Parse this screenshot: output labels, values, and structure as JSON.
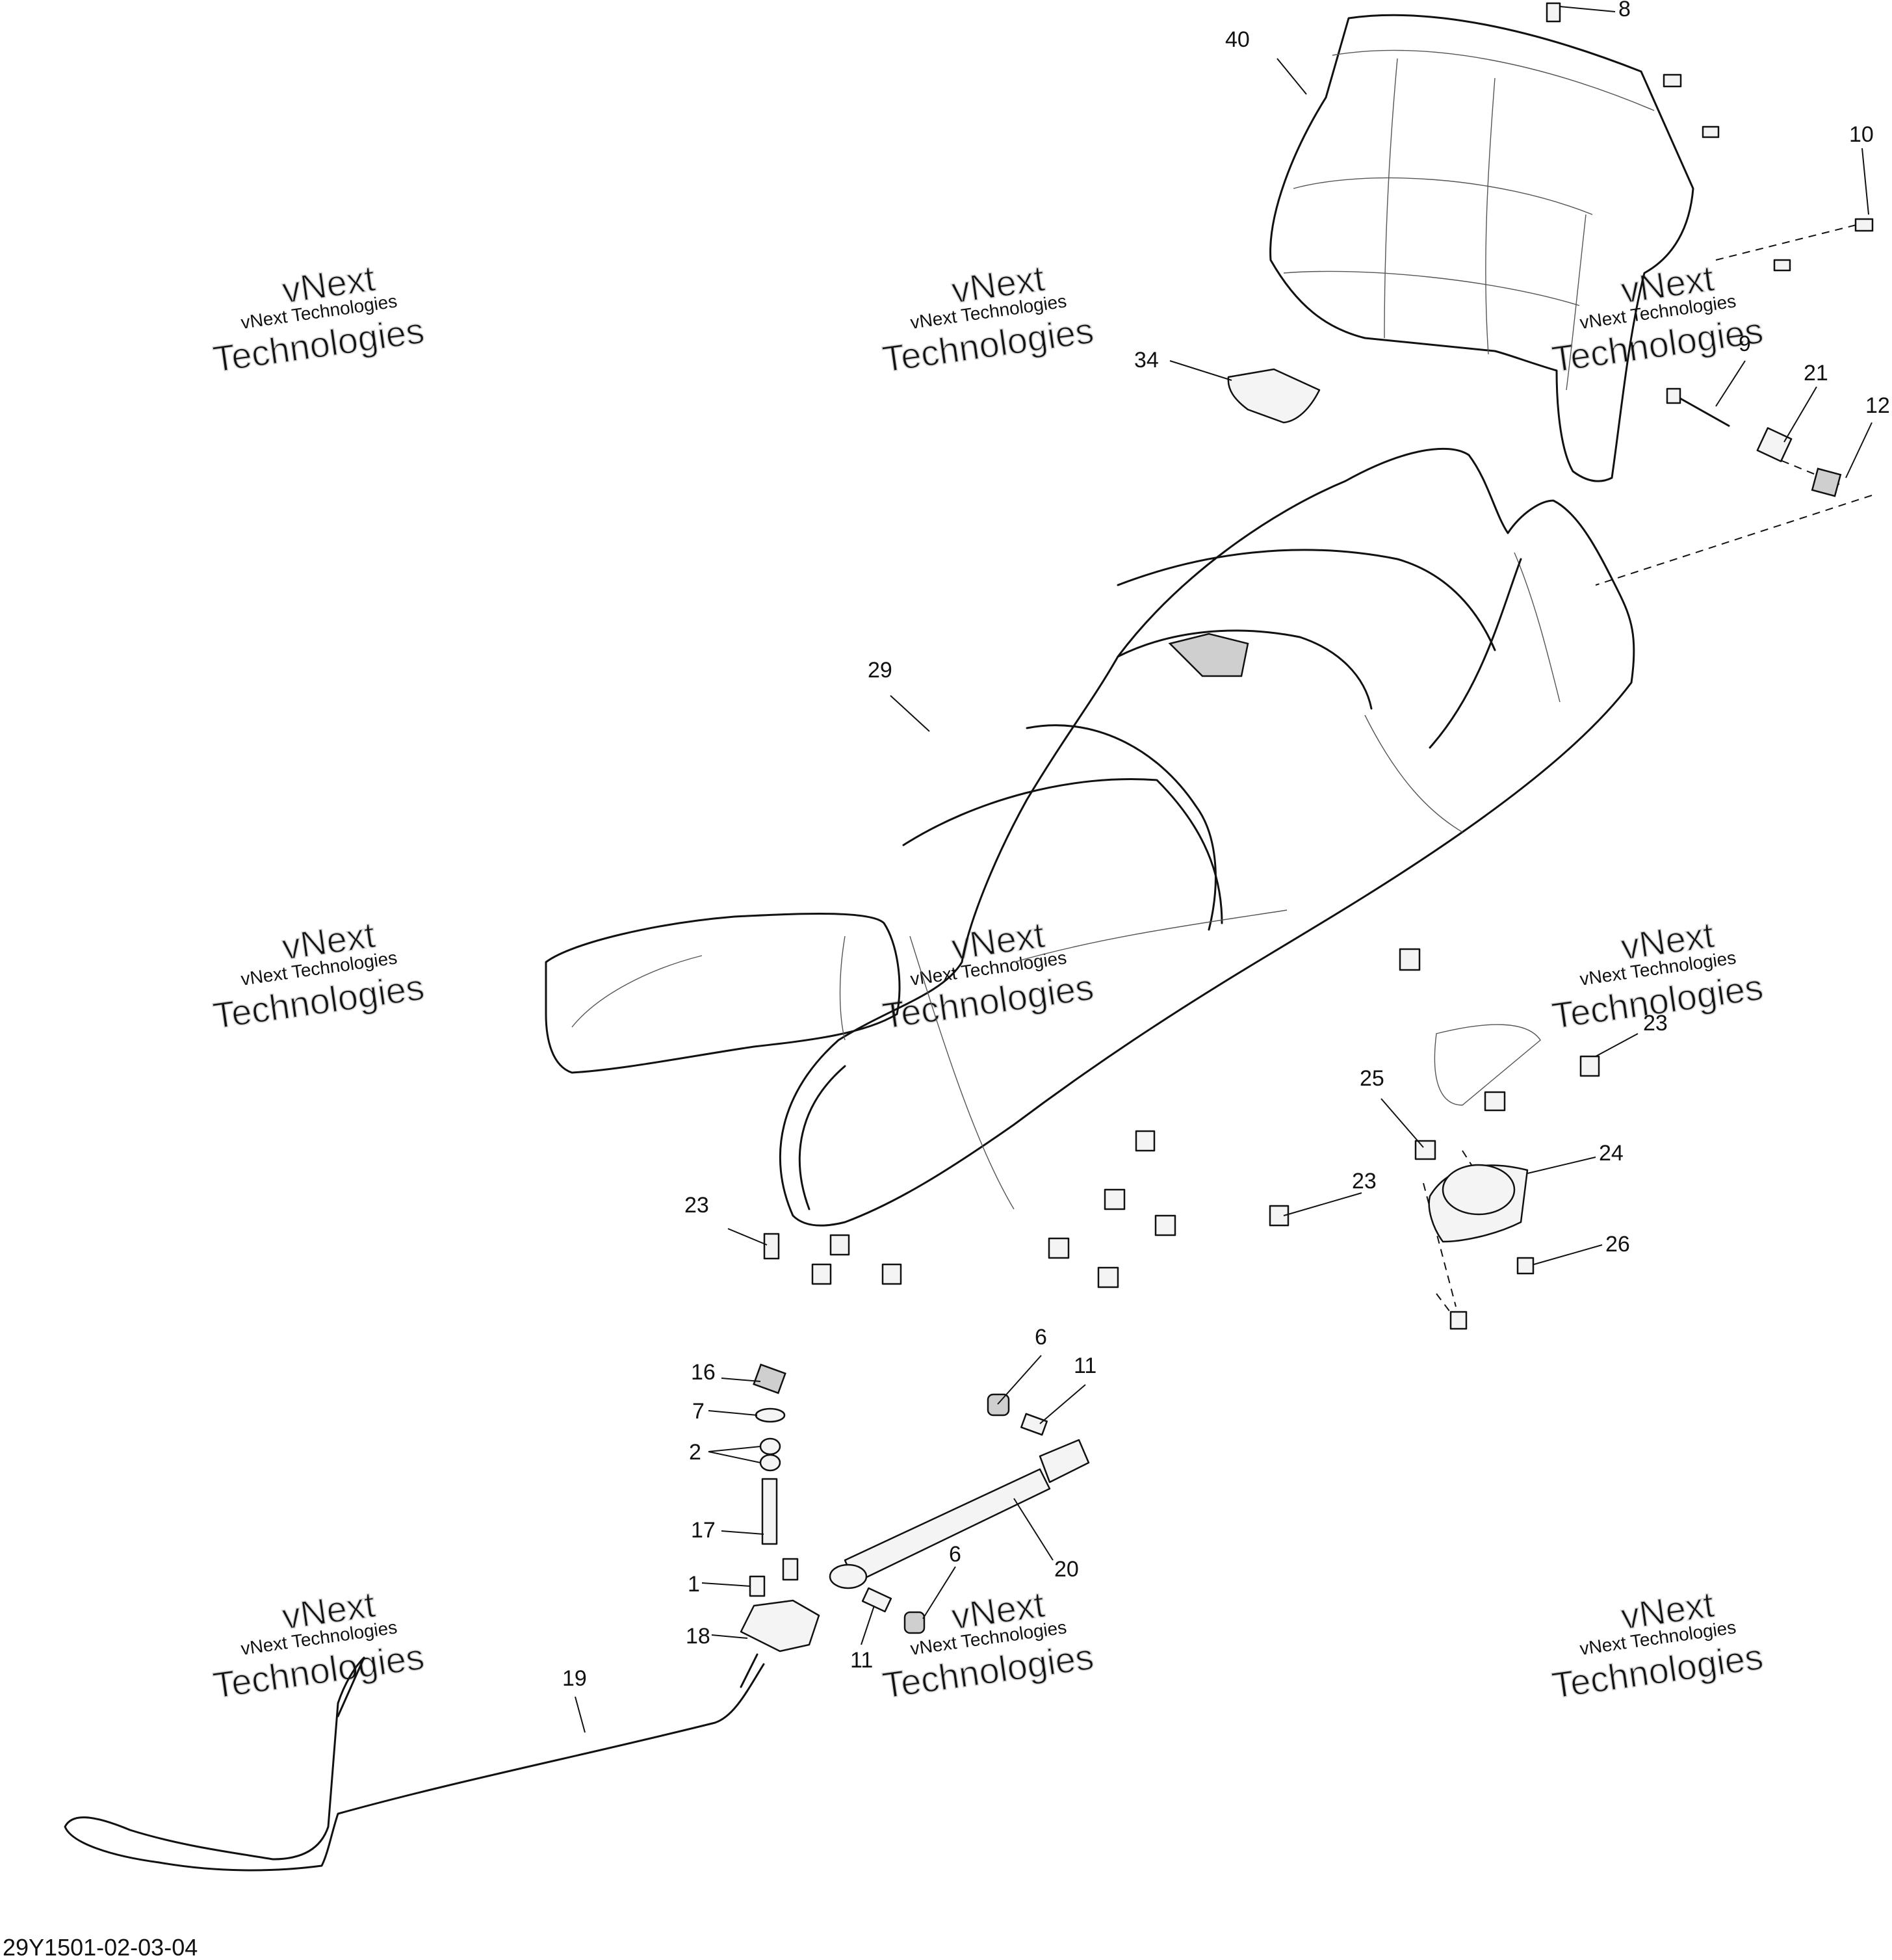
{
  "diagram": {
    "drawing_code": "29Y1501-02-03-04",
    "watermark": {
      "small_text": "vNext Technologies",
      "large_line1": "vNext",
      "large_line2": "Technologies"
    },
    "callouts": [
      {
        "label": "40"
      },
      {
        "label": "8"
      },
      {
        "label": "10"
      },
      {
        "label": "9"
      },
      {
        "label": "21"
      },
      {
        "label": "12"
      },
      {
        "label": "34"
      },
      {
        "label": "29"
      },
      {
        "label": "23"
      },
      {
        "label": "23"
      },
      {
        "label": "23"
      },
      {
        "label": "25"
      },
      {
        "label": "24"
      },
      {
        "label": "26"
      },
      {
        "label": "16"
      },
      {
        "label": "7"
      },
      {
        "label": "2"
      },
      {
        "label": "17"
      },
      {
        "label": "1"
      },
      {
        "label": "18"
      },
      {
        "label": "19"
      },
      {
        "label": "6"
      },
      {
        "label": "11"
      },
      {
        "label": "20"
      },
      {
        "label": "6"
      },
      {
        "label": "11"
      }
    ]
  }
}
